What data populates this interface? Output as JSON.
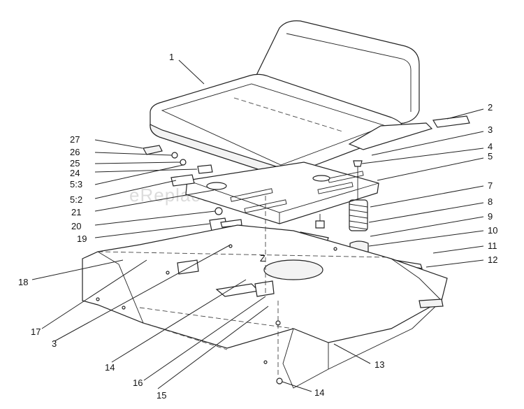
{
  "watermark": "eReplacementParts.com",
  "callouts": [
    {
      "id": "c1",
      "text": "1"
    },
    {
      "id": "c2",
      "text": "2"
    },
    {
      "id": "c3a",
      "text": "3"
    },
    {
      "id": "c4",
      "text": "4"
    },
    {
      "id": "c5",
      "text": "5"
    },
    {
      "id": "c7",
      "text": "7"
    },
    {
      "id": "c8",
      "text": "8"
    },
    {
      "id": "c9",
      "text": "9"
    },
    {
      "id": "c10",
      "text": "10"
    },
    {
      "id": "c11",
      "text": "11"
    },
    {
      "id": "c12",
      "text": "12"
    },
    {
      "id": "c13",
      "text": "13"
    },
    {
      "id": "c14a",
      "text": "14"
    },
    {
      "id": "c14b",
      "text": "14"
    },
    {
      "id": "c15",
      "text": "15"
    },
    {
      "id": "c16",
      "text": "16"
    },
    {
      "id": "c17",
      "text": "17"
    },
    {
      "id": "c3b",
      "text": "3"
    },
    {
      "id": "c18",
      "text": "18"
    },
    {
      "id": "c19",
      "text": "19"
    },
    {
      "id": "c20",
      "text": "20"
    },
    {
      "id": "c21",
      "text": "21"
    },
    {
      "id": "c52",
      "text": "5:2"
    },
    {
      "id": "c53",
      "text": "5:3"
    },
    {
      "id": "c24",
      "text": "24"
    },
    {
      "id": "c25",
      "text": "25"
    },
    {
      "id": "c26",
      "text": "26"
    },
    {
      "id": "c27",
      "text": "27"
    }
  ],
  "diagram_label": "Z"
}
